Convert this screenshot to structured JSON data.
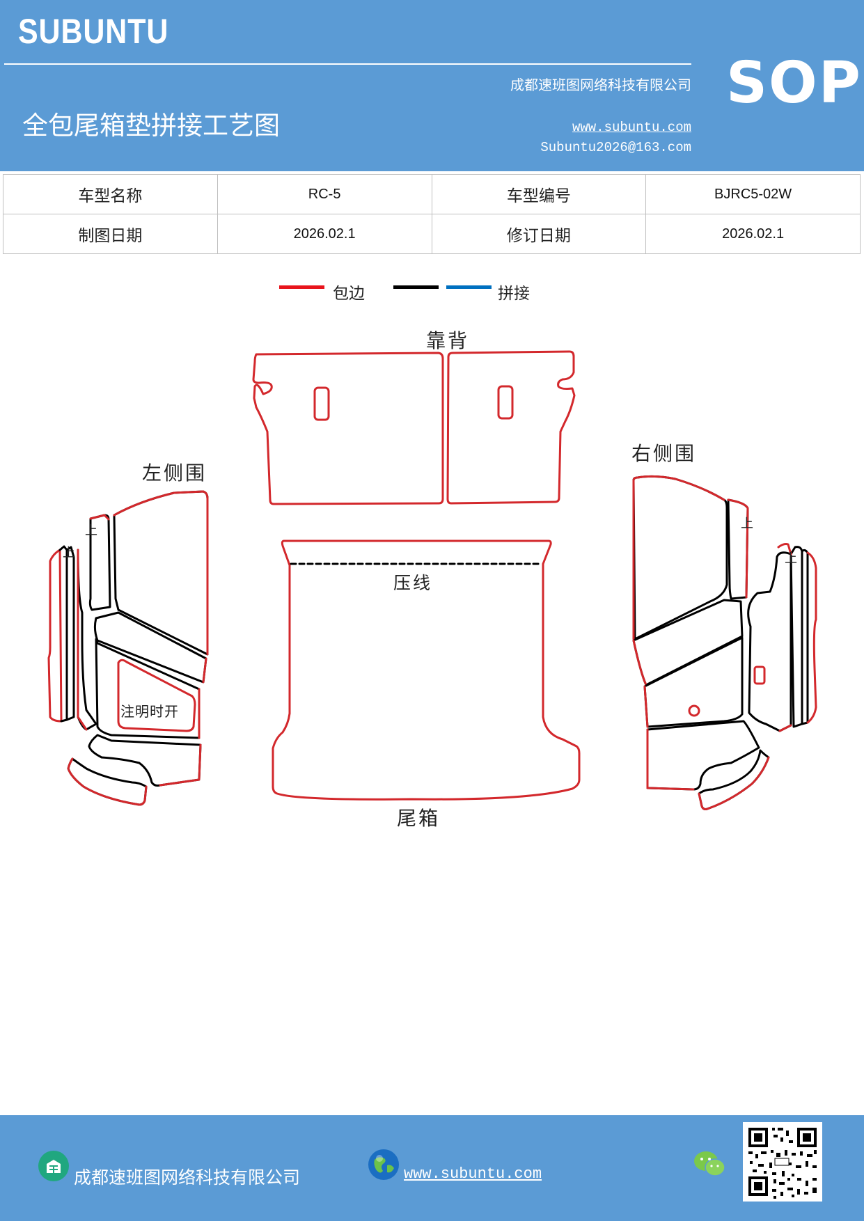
{
  "header": {
    "brand": "SUBUNTU",
    "badge": "SOP",
    "company": "成都速班图网络科技有限公司",
    "title": "全包尾箱垫拼接工艺图",
    "website": "www.subuntu.com",
    "email": "Subuntu2026@163.com"
  },
  "info_table": {
    "rows": [
      [
        "车型名称",
        "RC-5",
        "车型编号",
        "BJRC5-02W"
      ],
      [
        "制图日期",
        "2026.02.1",
        "修订日期",
        "2026.02.1"
      ]
    ]
  },
  "legend": {
    "items": [
      {
        "label": "包边",
        "color": "#e8141c"
      },
      {
        "label": "",
        "color": "#000000"
      },
      {
        "label": "拼接",
        "color": "#0070c0"
      }
    ]
  },
  "diagram": {
    "backrest": "靠背",
    "left_side": "左侧围",
    "right_side": "右侧围",
    "crease": "压线",
    "trunk": "尾箱",
    "note": "注明时开",
    "up_mark": "上"
  },
  "colors": {
    "header_bg": "#5b9bd5",
    "edge_red": "#d3282c",
    "seam_black": "#000000"
  },
  "footer": {
    "company": "成都速班图网络科技有限公司",
    "website": "www.subuntu.com",
    "icons": [
      "company-icon",
      "globe-icon",
      "wechat-icon",
      "qr-code"
    ]
  }
}
